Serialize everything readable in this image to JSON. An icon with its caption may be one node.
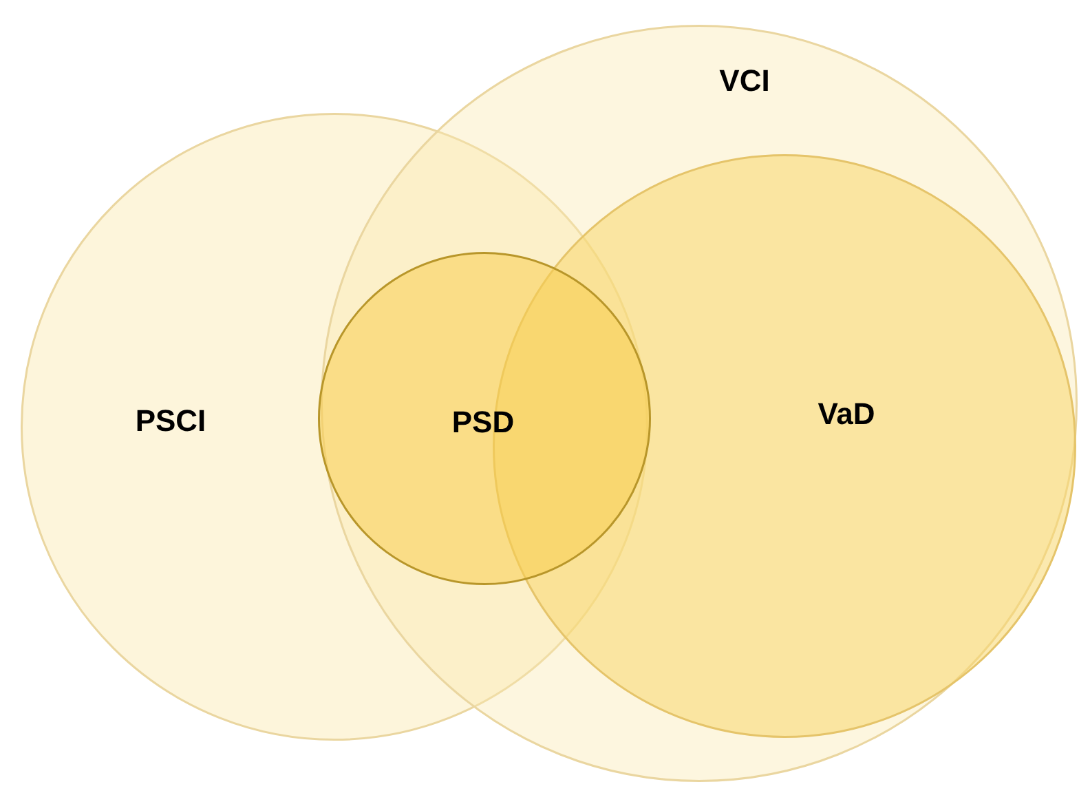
{
  "diagram": {
    "nodes": [
      {
        "text": [
          "PSCI"
        ]
      },
      {
        "text": [
          "VCI"
        ]
      },
      {
        "text": [
          "VaD"
        ],
        "in": 1
      },
      {
        "text": [
          "PSD"
        ]
      }
    ]
  }
}
